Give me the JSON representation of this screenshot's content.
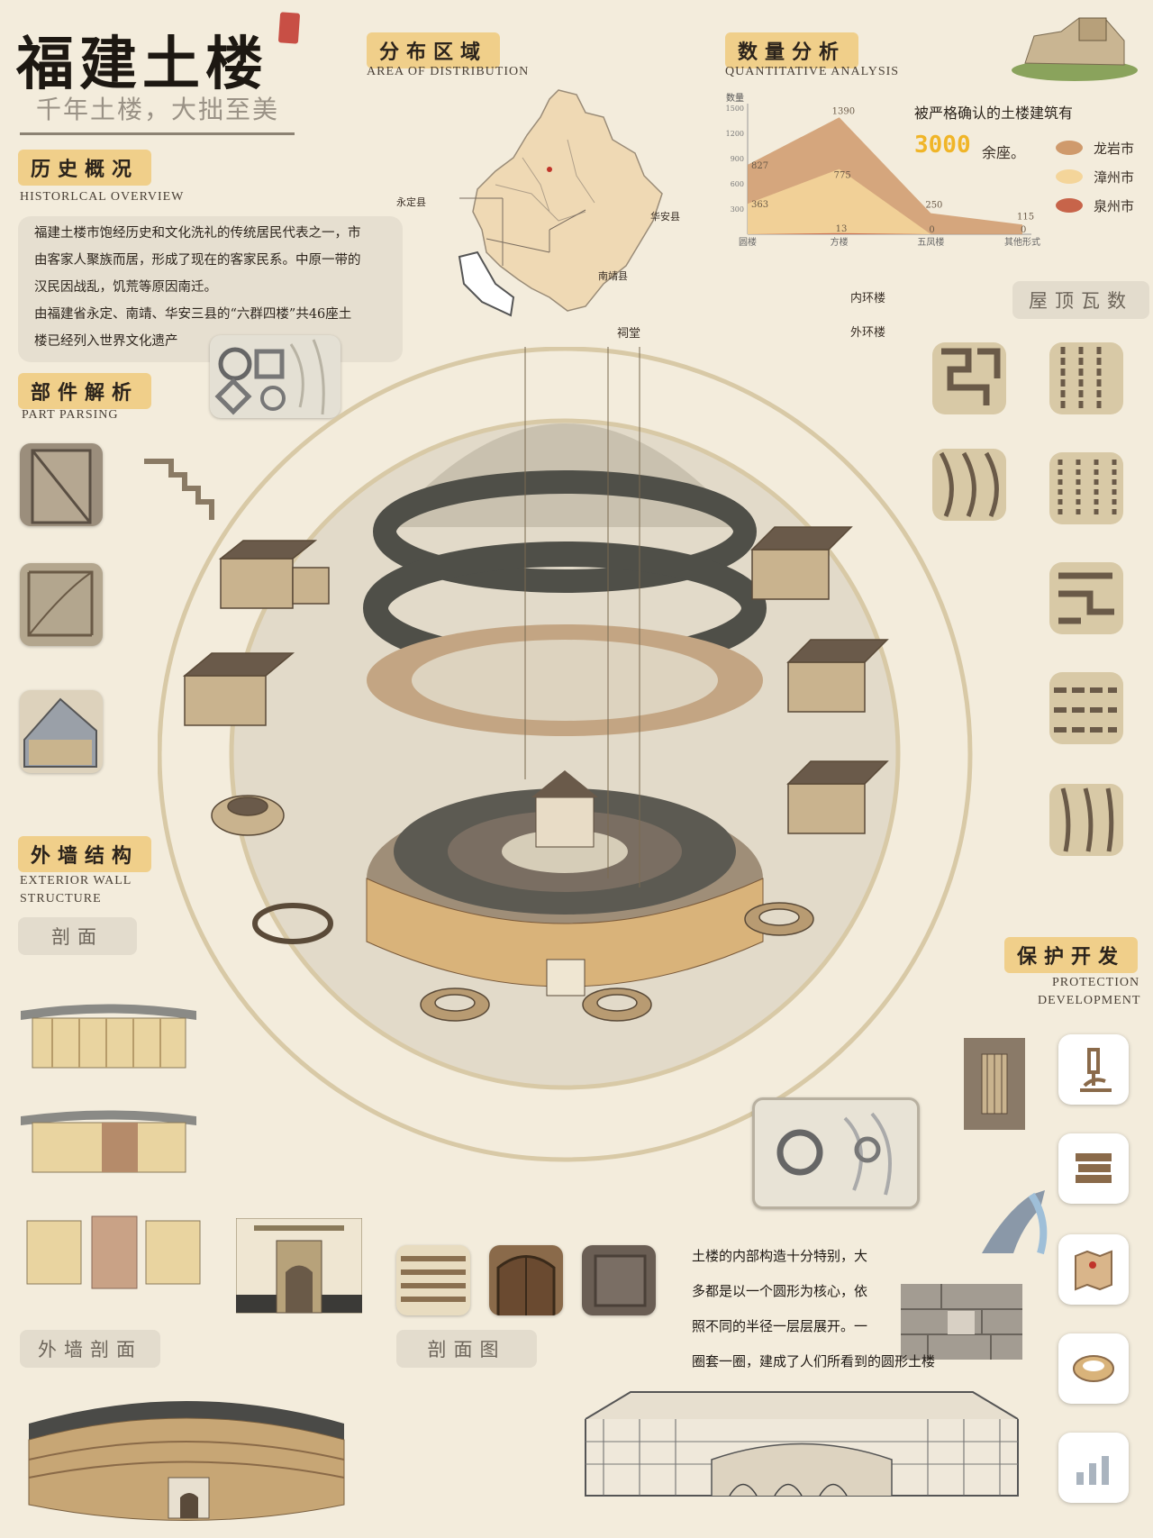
{
  "header": {
    "title": "福建土楼",
    "subtitle": "千年土楼，大拙至美"
  },
  "history": {
    "tag": "历史概况",
    "en": "HISTORLCAL OVERVIEW",
    "lines": [
      "福建土楼市饱经历史和文化洗礼的传统居民代表之一，市",
      "由客家人聚族而居，形成了现在的客家民系。中原一带的",
      "汉民因战乱，饥荒等原因南迁。",
      "由福建省永定、南靖、华安三县的“六群四楼”共46座土",
      "楼已经列入世界文化遗产"
    ]
  },
  "distribution": {
    "tag": "分布区域",
    "en": "AREA OF DISTRIBUTION",
    "labels": [
      "永定县",
      "华安县",
      "南靖县"
    ]
  },
  "analysis": {
    "tag": "数量分析",
    "en": "QUANTITATIVE ANALYSIS",
    "confirmed_text": "被严格确认的土楼建筑有",
    "count": "3000",
    "count_suffix": "余座。",
    "legend": [
      {
        "label": "龙岩市",
        "color": "#cf9a6c"
      },
      {
        "label": "漳州市",
        "color": "#f4d59a"
      },
      {
        "label": "泉州市",
        "color": "#c7644a"
      }
    ]
  },
  "chart_data": {
    "type": "area",
    "ylabel": "数量",
    "yticks": [
      300,
      600,
      900,
      1200,
      1500
    ],
    "ylim": [
      0,
      1500
    ],
    "categories": [
      "圆楼",
      "方楼",
      "五凤楼",
      "其他形式"
    ],
    "series": [
      {
        "values": [
          827,
          1390,
          250,
          115
        ]
      },
      {
        "values": [
          363,
          775,
          0,
          0
        ]
      },
      {
        "values": [
          0,
          13,
          0,
          0
        ]
      }
    ],
    "data_labels": [
      "827",
      "363",
      "1390",
      "775",
      "13",
      "250",
      "0",
      "115",
      "0"
    ]
  },
  "parts": {
    "tag": "部件解析",
    "en": "PART PARSING"
  },
  "roof": {
    "tag": "屋顶瓦数"
  },
  "callouts": {
    "inner": "内环楼",
    "outer": "外环楼",
    "hall": "祠堂"
  },
  "wall": {
    "tag": "外墙结构",
    "en_line1": "EXTERIOR WALL",
    "en_line2": "STRUCTURE",
    "section_btn": "剖面",
    "wall_section": "外墙剖面",
    "section_view": "剖面图"
  },
  "protection": {
    "tag": "保护开发",
    "en_line1": "PROTECTION",
    "en_line2": "DEVELOPMENT"
  },
  "description": {
    "lines": [
      "土楼的内部构造十分特别，大",
      "多都是以一个圆形为核心，依",
      "照不同的半径一层层展开。一",
      "圈套一圈，建成了人们所看到的圆形土楼"
    ]
  }
}
